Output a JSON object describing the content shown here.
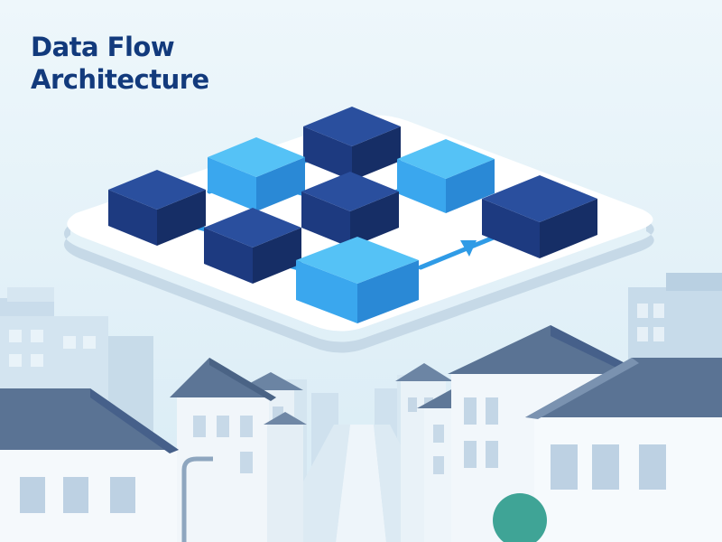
{
  "title": {
    "line1": "Data Flow",
    "line2": "Architecture"
  },
  "colors": {
    "sky": "#e3f1f8",
    "title": "#123a7c",
    "platform": "#ffffff",
    "block_dark": "#1f3f8f",
    "block_light": "#3aa7ee",
    "connector": "#2f9be6",
    "building_roof": "#5a7394",
    "building_wall": "#f4f8fb",
    "accent_tree": "#3fa496"
  },
  "diagram": {
    "nodes": [
      {
        "id": "node-top-center",
        "tone": "dark"
      },
      {
        "id": "node-upper-left",
        "tone": "light"
      },
      {
        "id": "node-upper-right",
        "tone": "light"
      },
      {
        "id": "node-left",
        "tone": "dark"
      },
      {
        "id": "node-center",
        "tone": "dark"
      },
      {
        "id": "node-right",
        "tone": "dark"
      },
      {
        "id": "node-lower-left",
        "tone": "dark"
      },
      {
        "id": "node-bottom-center",
        "tone": "light"
      }
    ],
    "edges": [
      {
        "from": "node-left",
        "to": "node-upper-left"
      },
      {
        "from": "node-left",
        "to": "node-lower-left"
      },
      {
        "from": "node-upper-left",
        "to": "node-top-center"
      },
      {
        "from": "node-upper-left",
        "to": "node-center"
      },
      {
        "from": "node-top-center",
        "to": "node-upper-right"
      },
      {
        "from": "node-center",
        "to": "node-upper-right"
      },
      {
        "from": "node-lower-left",
        "to": "node-bottom-center"
      },
      {
        "from": "node-bottom-center",
        "to": "node-right"
      }
    ]
  }
}
